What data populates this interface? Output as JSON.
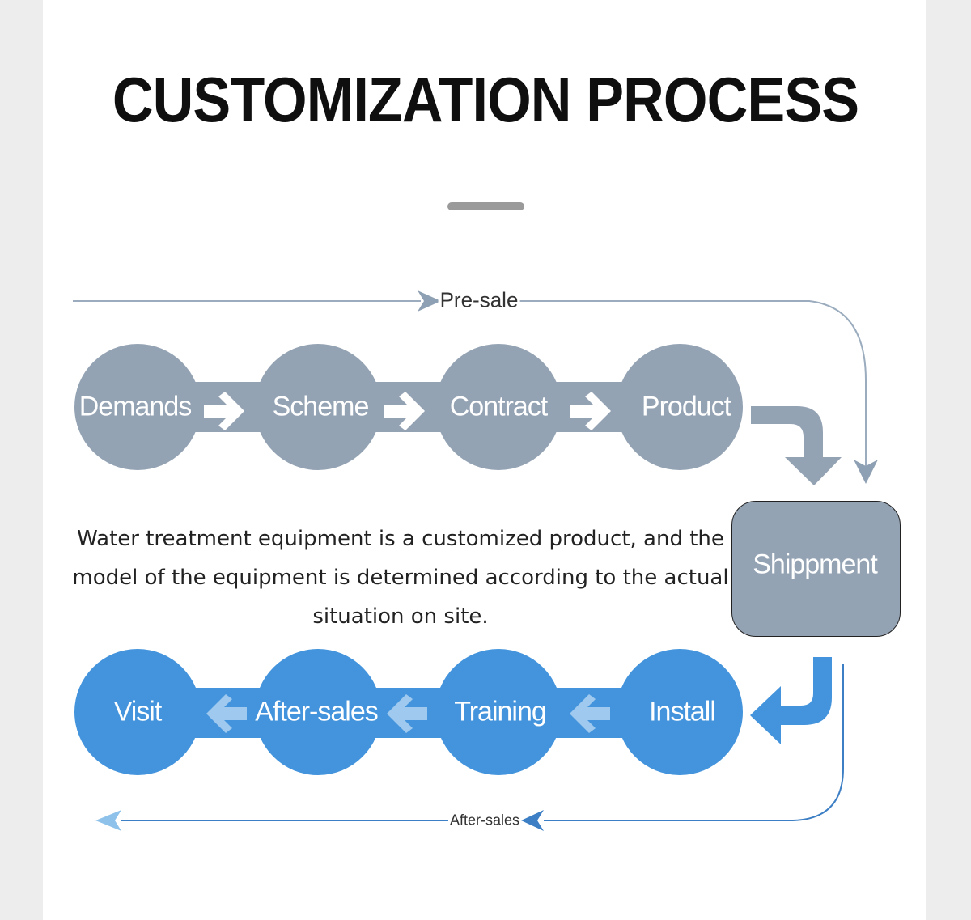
{
  "title": "CUSTOMIZATION PROCESS",
  "presale_label": "Pre-sale",
  "aftersales_label": "After-sales",
  "presale_steps": [
    "Demands",
    "Scheme",
    "Contract",
    "Product"
  ],
  "shipment_label": "Shippment",
  "aftersales_steps": [
    "Install",
    "Training",
    "After-sales",
    "Visit"
  ],
  "description": "Water treatment equipment is a customized product, and the model of the equipment is determined according to the actual situation on site.",
  "colors": {
    "presale_fill": "#94a3b4",
    "aftersales_fill": "#4394dc",
    "arrow_light": "#9fc9ee",
    "presale_line": "#9aacbe",
    "aftersales_line": "#3d7fc4"
  }
}
